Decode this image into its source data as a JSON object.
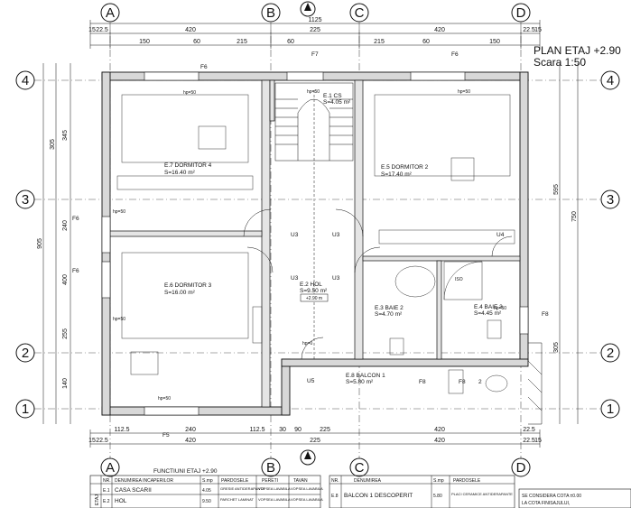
{
  "title": {
    "line1": "PLAN ETAJ +2.90",
    "line2": "Scara 1:50"
  },
  "axes_h": [
    "A",
    "B",
    "C",
    "D"
  ],
  "axes_v": [
    "4",
    "3",
    "2",
    "1"
  ],
  "dims_top": {
    "total": "1125",
    "row1": [
      "15",
      "22.5",
      "420",
      "225",
      "420",
      "22.5",
      "15"
    ],
    "row2": [
      "150",
      "60",
      "215",
      "60",
      "215",
      "60",
      "150"
    ]
  },
  "dims_bottom": {
    "row1": [
      "112.5",
      "240",
      "112.5",
      "30",
      "90",
      "225",
      "420",
      "22.5"
    ],
    "row2": [
      "15",
      "22.5",
      "420",
      "225",
      "420",
      "22.5",
      "15"
    ]
  },
  "dims_left": [
    "305",
    "345",
    "240",
    "400",
    "255",
    "140",
    "905"
  ],
  "dims_right": [
    "595",
    "750",
    "305"
  ],
  "rooms": [
    {
      "id": "E.7 DORMITOR 4",
      "area": "S=16.40 m²"
    },
    {
      "id": "E.5 DORMITOR 2",
      "area": "S=17.40 m²"
    },
    {
      "id": "E.6 DORMITOR 3",
      "area": "S=16.00 m²"
    },
    {
      "id": "E.1 CS",
      "area": "S=4.05 m²"
    },
    {
      "id": "E.2 HOL",
      "area": "S=9.50 m²"
    },
    {
      "id": "E.3 BAIE 2",
      "area": "S=4.70 m²"
    },
    {
      "id": "E.4 BAIE 3",
      "area": "S=4.45 m²"
    },
    {
      "id": "E.8 BALCON 1",
      "area": "S=5.80 m²"
    }
  ],
  "level_tag": "+2.90 m",
  "windows": [
    "F6",
    "F7",
    "F6",
    "F6",
    "F6",
    "F8",
    "F8",
    "F8",
    "F5"
  ],
  "doors": [
    "U3",
    "U3",
    "U3",
    "U3",
    "U4",
    "U5"
  ],
  "table_left": {
    "header": "FUNCTIUNI ETAJ +2.90",
    "cols": [
      "NR.",
      "DENUMIREA INCAPERILOR",
      "S.mp",
      "PARDOSELE",
      "PERETI",
      "TAVAN"
    ],
    "rows": [
      [
        "E.1",
        "CASA SCARII",
        "4.05",
        "GRESIE ANTIDERAPANTA",
        "VOPSEA LAVABILA",
        "VOPSEA LAVABILA"
      ],
      [
        "E.2",
        "HOL",
        "9.50",
        "PARCHET LAMINAT",
        "VOPSEA LAVABILA",
        "VOPSEA LAVABILA"
      ]
    ],
    "side": "ETAJ"
  },
  "table_right": {
    "cols": [
      "NR.",
      "DENUMIREA",
      "S.mp",
      "PARDOSELE"
    ],
    "rows": [
      [
        "E.8",
        "BALCON 1 DESCOPERIT",
        "5.80",
        "PLACI CERAMICE ANTIDERAPANTE"
      ]
    ]
  },
  "notes": [
    "SE CONSIDERA COTA ±0.00",
    "LA COTA FINISAJULUI,"
  ],
  "misc": {
    "hp50": "hp=50",
    "hp0": "hp=0",
    "iso": "ISO",
    "stair_num": "2"
  }
}
